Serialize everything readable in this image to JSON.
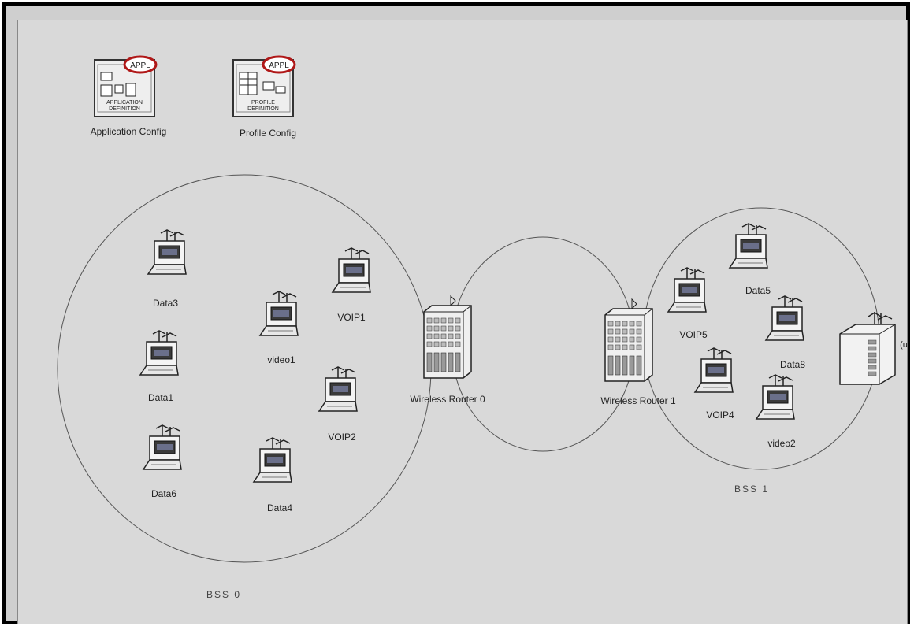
{
  "config_objects": [
    {
      "id": "app",
      "caption": "Application Config",
      "badge": "APPL",
      "icon_text": [
        "APPLICATION",
        "DEFINITION"
      ]
    },
    {
      "id": "prof",
      "caption": "Profile Config",
      "badge": "APPL",
      "icon_text": [
        "PROFILE",
        "DEFINITION"
      ]
    }
  ],
  "routers": [
    {
      "label": "Wireless Router 0"
    },
    {
      "label": "Wireless Router 1"
    }
  ],
  "bss_labels": [
    "BSS 0",
    "BSS 1"
  ],
  "stations": [
    {
      "label": "Data3"
    },
    {
      "label": "VOIP1"
    },
    {
      "label": "video1"
    },
    {
      "label": "Data1"
    },
    {
      "label": "VOIP2"
    },
    {
      "label": "Data6"
    },
    {
      "label": "Data4"
    },
    {
      "label": "Data5"
    },
    {
      "label": "VOIP5"
    },
    {
      "label": "Data8"
    },
    {
      "label": "VOIP4"
    },
    {
      "label": "video2"
    }
  ],
  "server": {
    "label_fragment": "(u"
  },
  "colors": {
    "canvas": "#d9d9d9",
    "border": "#000000",
    "accent": "#3a4a8a"
  }
}
